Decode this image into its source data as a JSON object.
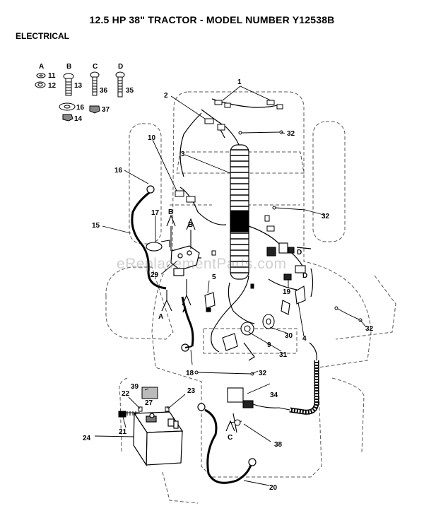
{
  "title": "12.5 HP 38\"  TRACTOR - MODEL NUMBER Y12538B",
  "section": "ELECTRICAL",
  "watermark": "eReplacementParts.com",
  "hardware_columns": [
    "A",
    "B",
    "C",
    "D"
  ],
  "callouts": {
    "c1": "1",
    "c2": "2",
    "c3": "3",
    "c4": "4",
    "c5": "5",
    "c9": "9",
    "c10": "10",
    "c11": "11",
    "c12": "12",
    "c13": "13",
    "c14": "14",
    "c15": "15",
    "c16a": "16",
    "c16b": "16",
    "c17": "17",
    "c18": "18",
    "c19": "19",
    "c20": "20",
    "c21": "21",
    "c22": "22",
    "c23": "23",
    "c24": "24",
    "c27": "27",
    "c29": "29",
    "c30": "30",
    "c31": "31",
    "c32a": "32",
    "c32b": "32",
    "c32c": "32",
    "c32d": "32",
    "c34": "34",
    "c35": "35",
    "c36": "36",
    "c37": "37",
    "c38": "38",
    "c39": "39"
  },
  "ref_letters": {
    "r_b1": "B",
    "r_b2": "B",
    "r_a1": "A",
    "r_a2": "A",
    "r_c": "C",
    "r_d1": "D",
    "r_d2": "D"
  }
}
